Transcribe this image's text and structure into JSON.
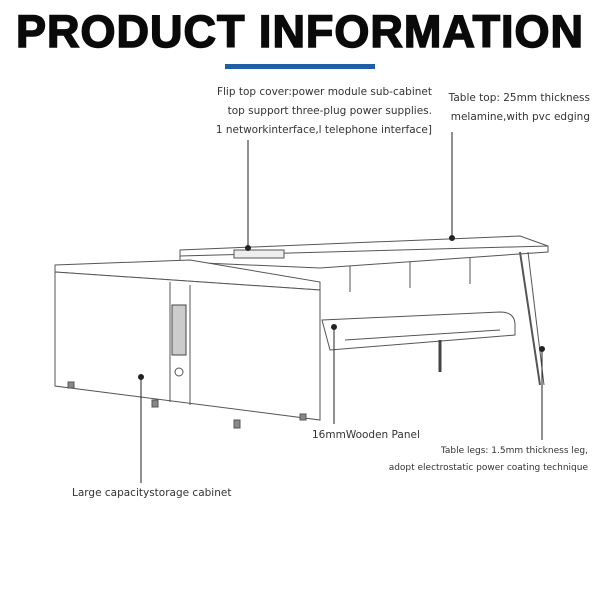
{
  "title": "PRODUCT INFORMATION",
  "accent_color": "#1f5fa8",
  "annotations": {
    "flip_top": [
      "Flip top cover:power module sub-cabinet",
      "top support three-plug power supplies.",
      "1 networkinterface,l telephone interface]"
    ],
    "table_top": [
      "Table top: 25mm thickness",
      "melamine,with pvc edging"
    ],
    "wooden_panel": "16mmWooden Panel",
    "table_legs": [
      "Table legs: 1.5mm thickness leg,",
      "adopt electrostatic power coating technique"
    ],
    "cabinet": "Large capacitystorage cabinet"
  }
}
